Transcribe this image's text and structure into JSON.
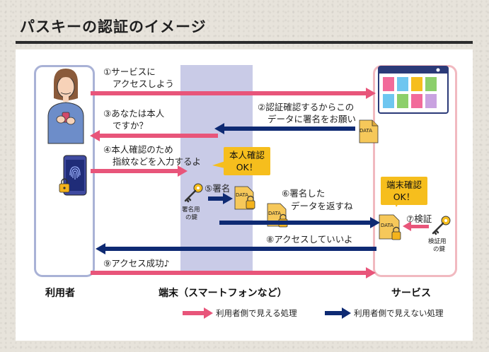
{
  "title": "パスキーの認証のイメージ",
  "lanes": {
    "user": "利用者",
    "device": "端末（スマートフォンなど）",
    "service": "サービス"
  },
  "steps": {
    "s1_line1": "①サービスに",
    "s1_line2": "アクセスしよう",
    "s2_line1": "②認証確認するからこの",
    "s2_line2": "データに署名をお願い",
    "s3_line1": "③あなたは本人",
    "s3_line2": "ですか？",
    "s4_line1": "④本人確認のため",
    "s4_line2": "指紋などを入力するよ",
    "s5": "⑤署名",
    "s6_line1": "⑥署名した",
    "s6_line2": "データを返すね",
    "s7": "⑦検証",
    "s8": "⑧アクセスしていいよ",
    "s9": "⑨アクセス成功♪"
  },
  "bubbles": {
    "identity_line1": "本人確認",
    "identity_line2": "OK！",
    "device_line1": "端末確認",
    "device_line2": "OK！"
  },
  "keys": {
    "signing_line1": "署名用",
    "signing_line2": "の鍵",
    "verify_line1": "検証用",
    "verify_line2": "の鍵"
  },
  "data_label": "DATA",
  "legend": {
    "visible": "利用者側で見える処理",
    "hidden": "利用者側で見えない処理"
  },
  "colors": {
    "visible_arrow": "#e8557a",
    "hidden_arrow": "#0e2a73",
    "bubble": "#f6be1d",
    "user_lane": "#a9b2d6",
    "device_lane": "#c9cbe7",
    "service_lane": "#f1b9c0"
  }
}
